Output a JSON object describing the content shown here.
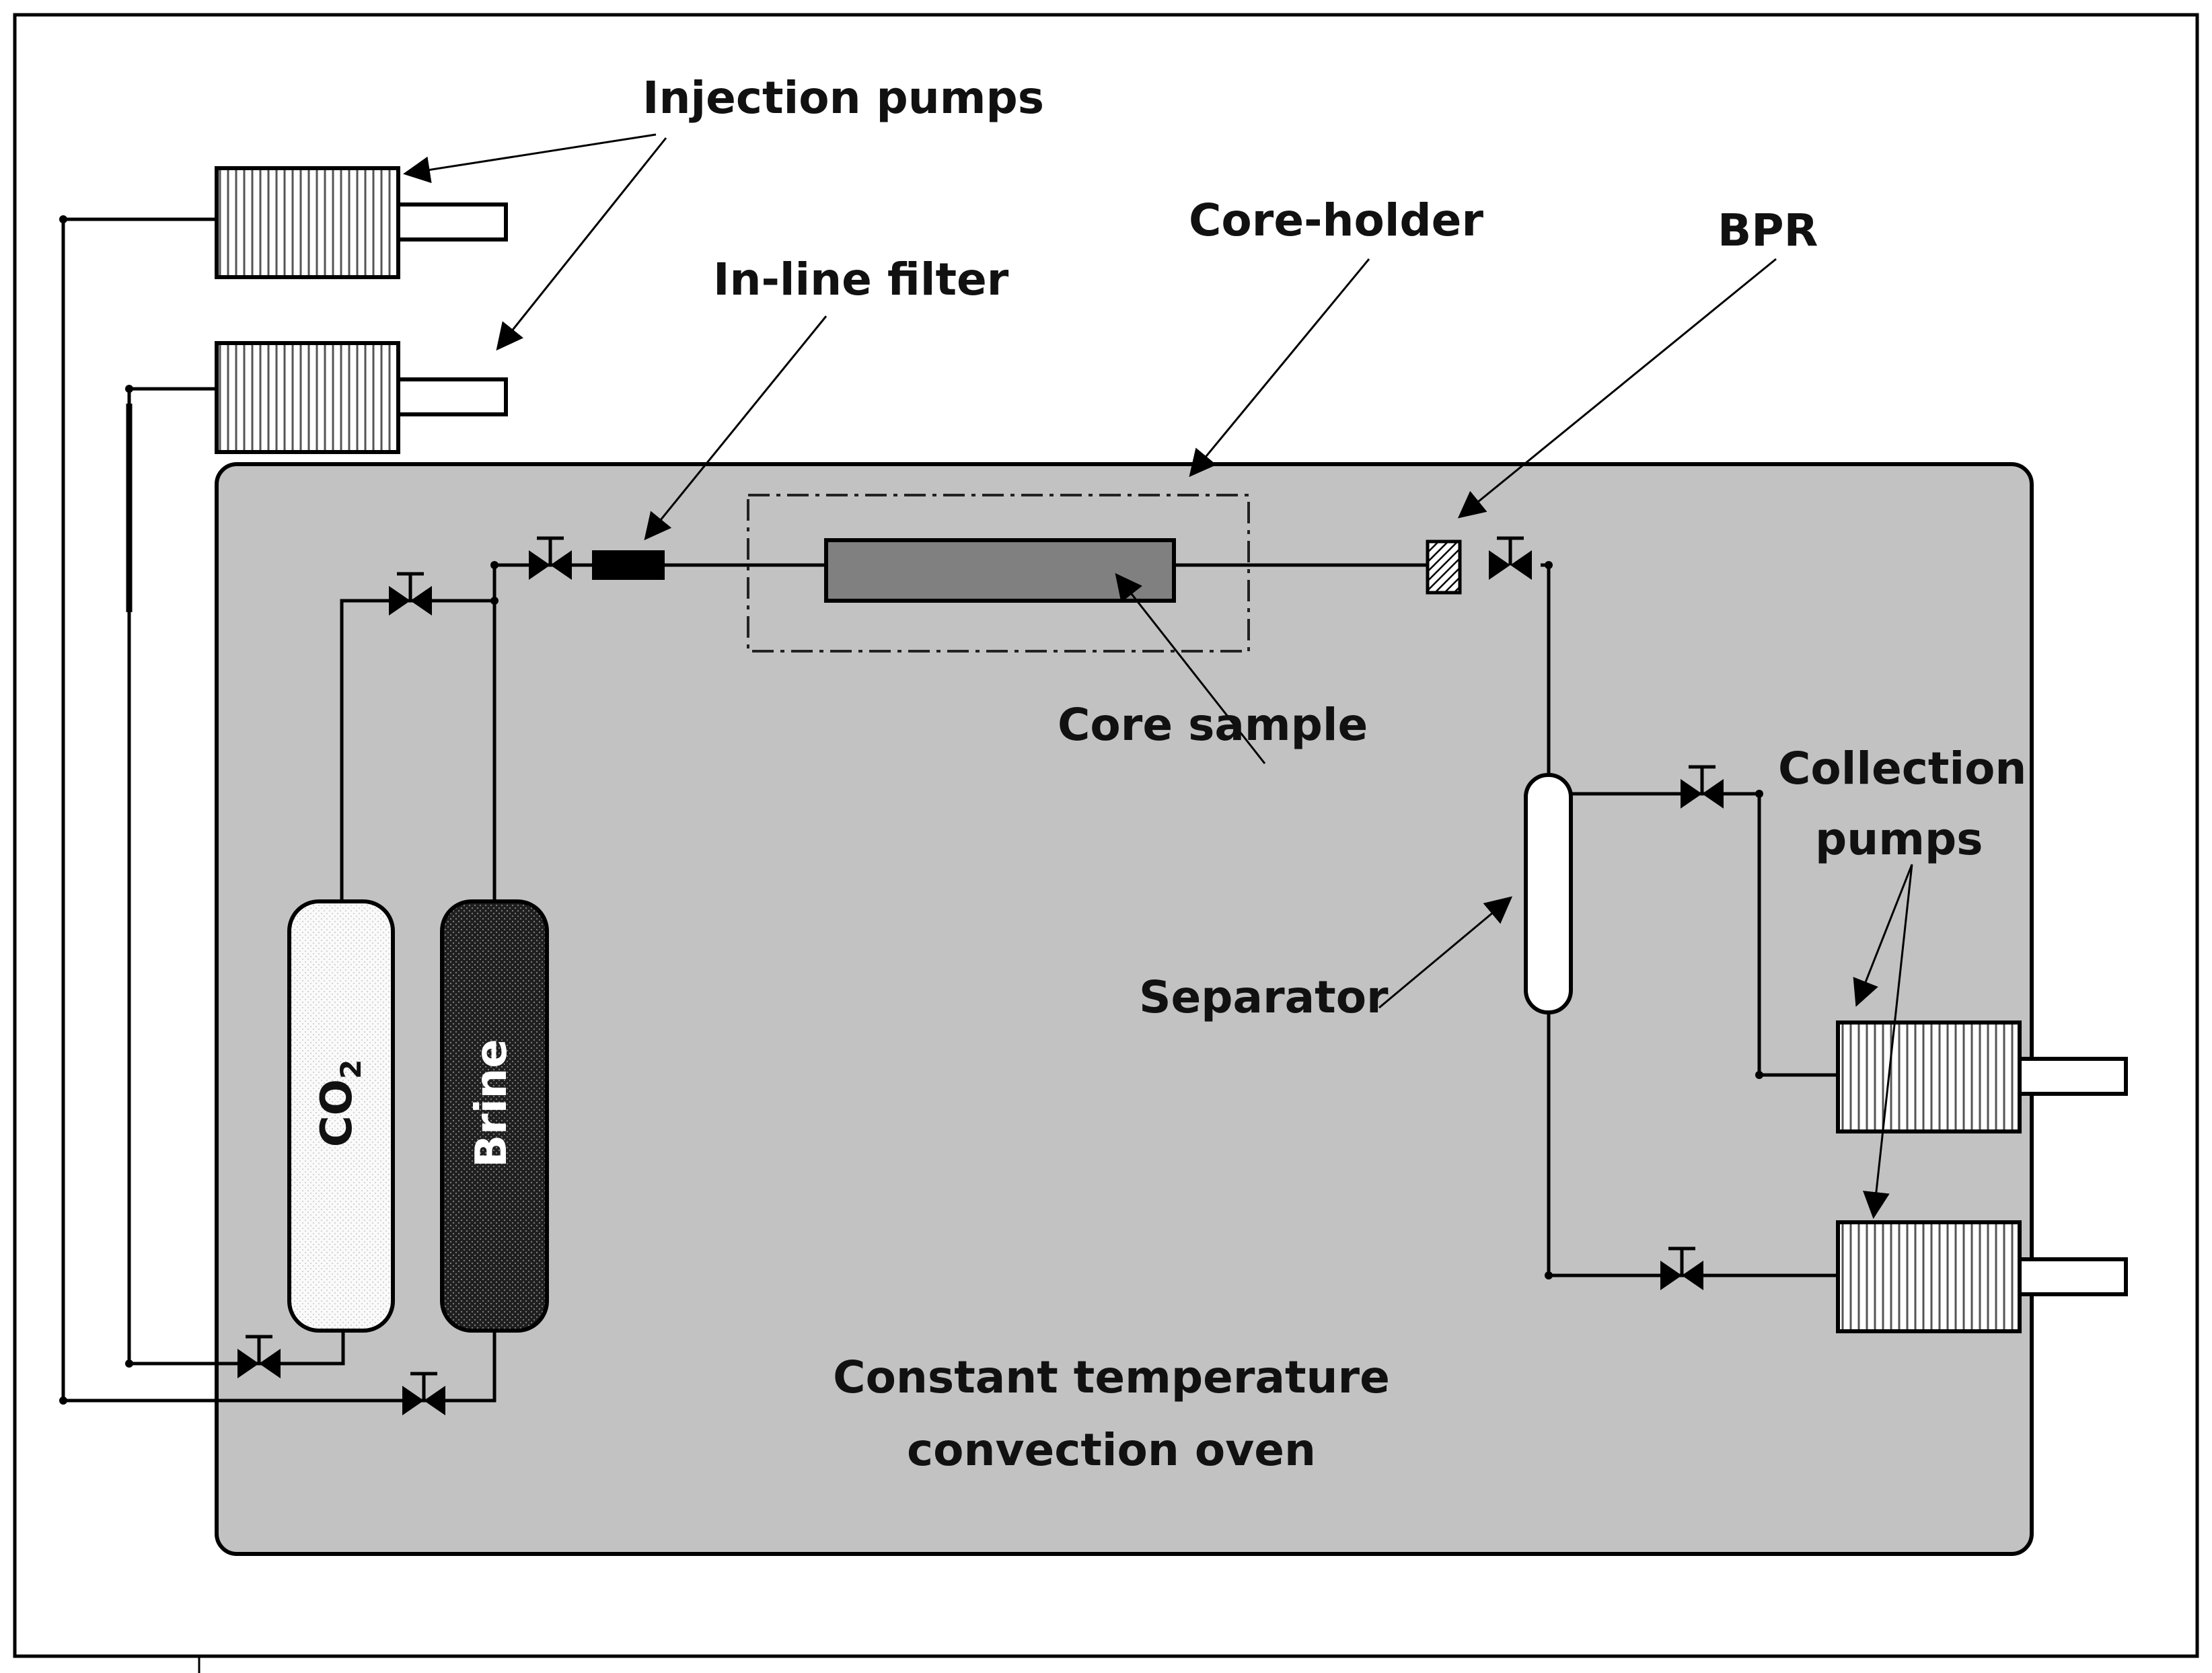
{
  "labels": {
    "injection_pumps": "Injection pumps",
    "core_holder": "Core-holder",
    "bpr": "BPR",
    "inline_filter": "In-line filter",
    "core_sample": "Core sample",
    "collection_pumps_line1": "Collection",
    "collection_pumps_line2": "pumps",
    "separator": "Separator",
    "co2_main": "CO",
    "co2_sub": "2",
    "brine": "Brine",
    "oven_line1": "Constant temperature",
    "oven_line2": "convection oven"
  },
  "colors": {
    "oven_fill": "#c2c2c2",
    "core_sample_fill": "#808080",
    "brine_fill": "#2b2b2b",
    "co2_fill": "#f6f6f6",
    "line": "#000000"
  }
}
